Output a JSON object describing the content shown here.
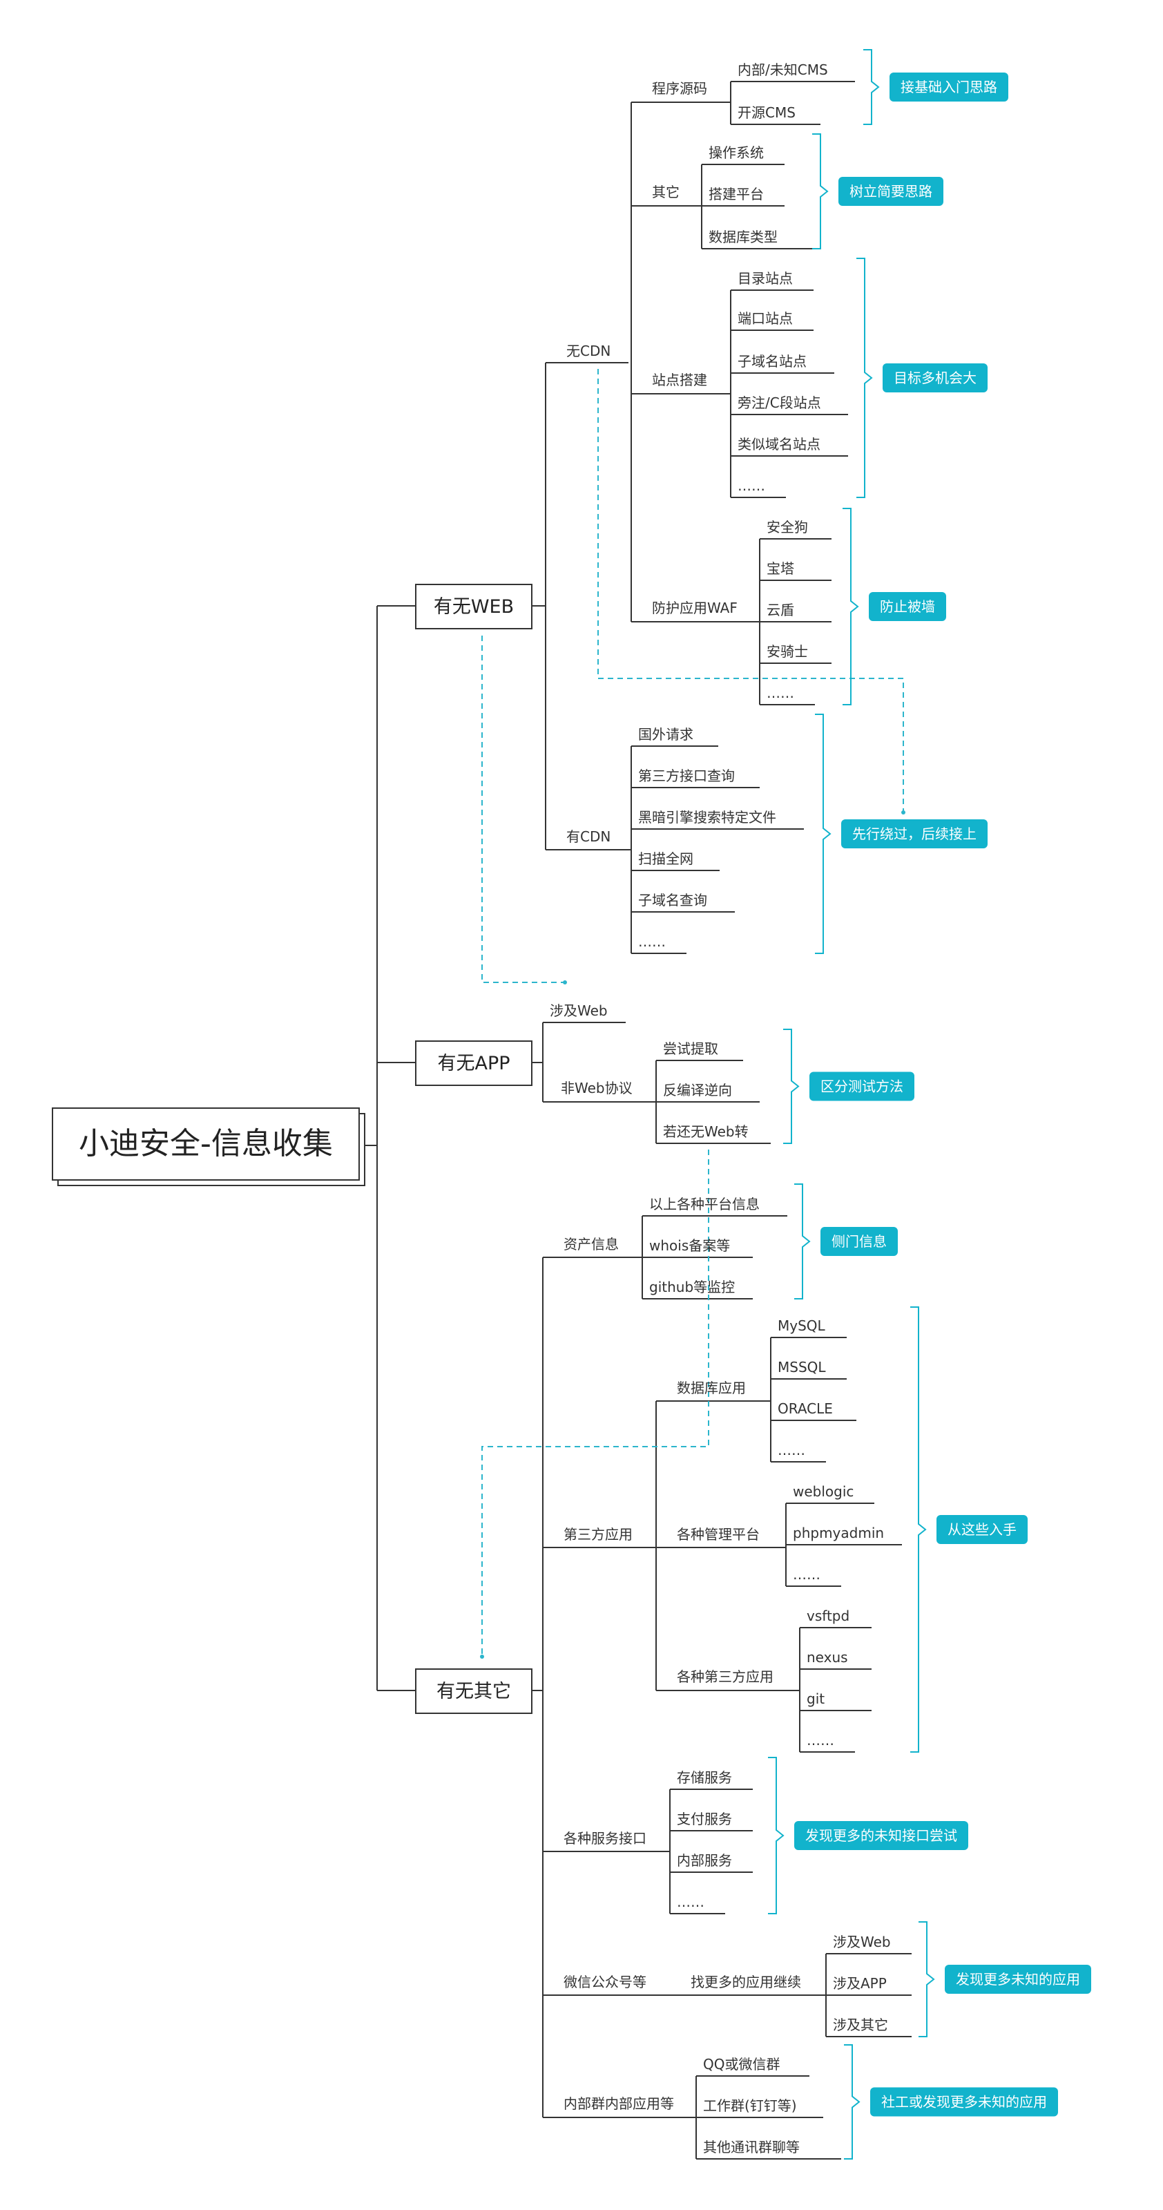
{
  "root": {
    "title": "小迪安全-信息收集"
  },
  "branches": {
    "web": {
      "label": "有无WEB",
      "no_cdn": {
        "label": "无CDN",
        "source": {
          "label": "程序源码",
          "items": [
            "内部/未知CMS",
            "开源CMS"
          ],
          "note": "接基础入门思路"
        },
        "other": {
          "label": "其它",
          "items": [
            "操作系统",
            "搭建平台",
            "数据库类型"
          ],
          "note": "树立简要思路"
        },
        "site": {
          "label": "站点搭建",
          "items": [
            "目录站点",
            "端口站点",
            "子域名站点",
            "旁注/C段站点",
            "类似域名站点",
            "……"
          ],
          "note": "目标多机会大"
        },
        "waf": {
          "label": "防护应用WAF",
          "items": [
            "安全狗",
            "宝塔",
            "云盾",
            "安骑士",
            "……"
          ],
          "note": "防止被墙"
        }
      },
      "has_cdn": {
        "label": "有CDN",
        "items": [
          "国外请求",
          "第三方接口查询",
          "黑暗引擎搜索特定文件",
          "扫描全网",
          "子域名查询",
          "……"
        ],
        "note": "先行绕过，后续接上"
      }
    },
    "app": {
      "label": "有无APP",
      "web_item": "涉及Web",
      "non_web": {
        "label": "非Web协议",
        "items": [
          "尝试提取",
          "反编译逆向",
          "若还无Web转"
        ],
        "note": "区分测试方法"
      }
    },
    "other": {
      "label": "有无其它",
      "asset": {
        "label": "资产信息",
        "items": [
          "以上各种平台信息",
          "whois备案等",
          "github等监控"
        ],
        "note": "侧门信息"
      },
      "third": {
        "label": "第三方应用",
        "db": {
          "label": "数据库应用",
          "items": [
            "MySQL",
            "MSSQL",
            "ORACLE",
            "……"
          ]
        },
        "mgmt": {
          "label": "各种管理平台",
          "items": [
            "weblogic",
            "phpmyadmin",
            "……"
          ]
        },
        "apps": {
          "label": "各种第三方应用",
          "items": [
            "vsftpd",
            "nexus",
            "git",
            "……"
          ]
        },
        "note": "从这些入手"
      },
      "service": {
        "label": "各种服务接口",
        "items": [
          "存储服务",
          "支付服务",
          "内部服务",
          "……"
        ],
        "note": "发现更多的未知接口尝试"
      },
      "wechat": {
        "label": "微信公众号等",
        "sub": {
          "label": "找更多的应用继续",
          "items": [
            "涉及Web",
            "涉及APP",
            "涉及其它"
          ]
        },
        "note": "发现更多未知的应用"
      },
      "internal": {
        "label": "内部群内部应用等",
        "items": [
          "QQ或微信群",
          "工作群(钉钉等)",
          "其他通讯群聊等"
        ],
        "note": "社工或发现更多未知的应用"
      }
    }
  },
  "colors": {
    "accent": "#12b3cc",
    "title": "#8a2be2",
    "line": "#333333",
    "dash": "#2bb5cc"
  }
}
